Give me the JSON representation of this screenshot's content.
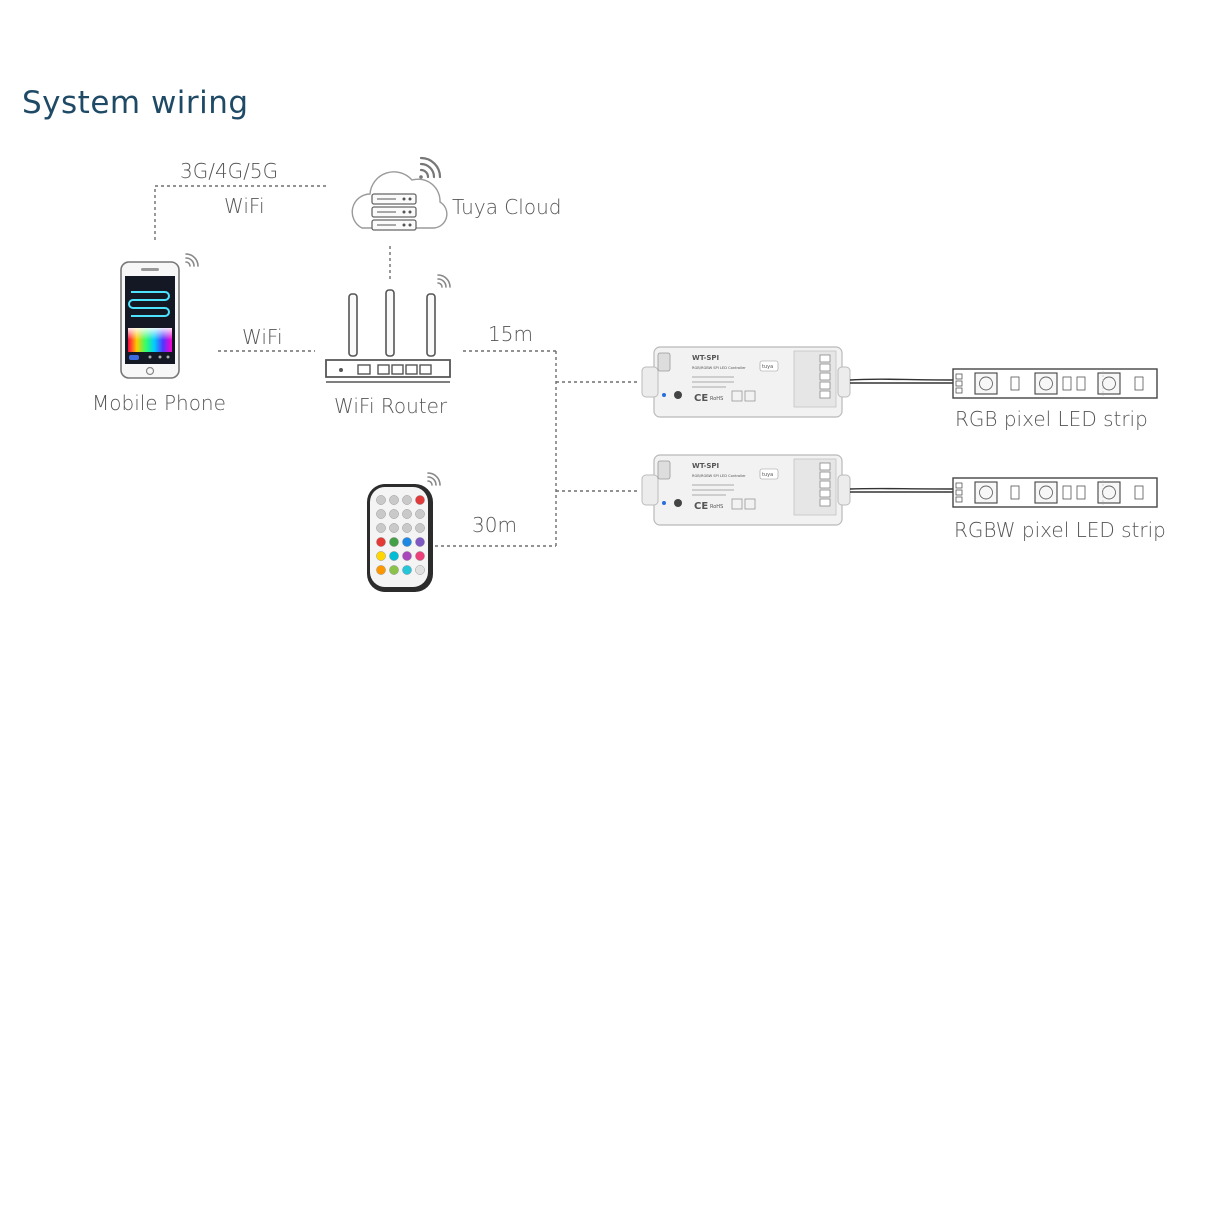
{
  "title": "System wiring",
  "labels": {
    "network": "3G/4G/5G",
    "wifi_top": "WiFi",
    "cloud": "Tuya Cloud",
    "wifi_left": "WiFi",
    "distance_router": "15m",
    "mobile_phone": "Mobile Phone",
    "router": "WiFi Router",
    "distance_remote": "30m",
    "strip_rgb": "RGB pixel LED strip",
    "strip_rgbw": "RGBW pixel LED strip"
  },
  "controller": {
    "model": "WT-SPI",
    "subtitle": "RGB/RGBW SPI LED Controller",
    "brand": "tuya",
    "ce": "CE",
    "rohs": "RoHS"
  },
  "colors": {
    "title": "#1f4a66",
    "text": "#555555",
    "line": "#6e6e6e",
    "device_body": "#f1f1f1"
  }
}
